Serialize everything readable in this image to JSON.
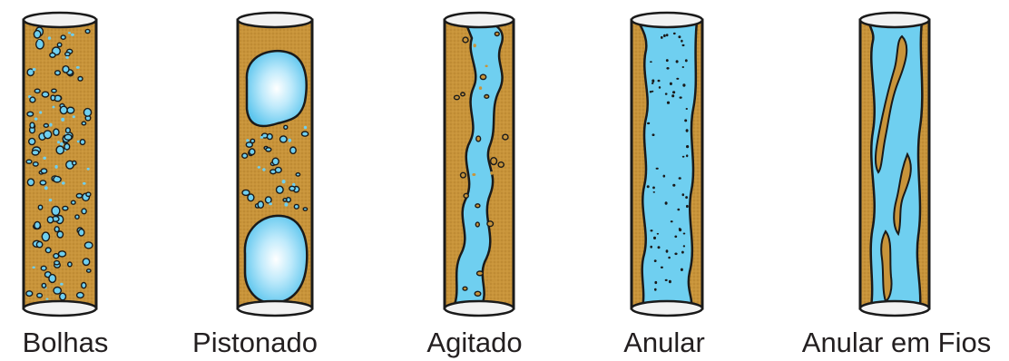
{
  "regimes": [
    {
      "label": "Bolhas"
    },
    {
      "label": "Pistonado"
    },
    {
      "label": "Agitado"
    },
    {
      "label": "Anular"
    },
    {
      "label": "Anular em Fios"
    }
  ],
  "colors": {
    "liquid": "#c8943a",
    "gas": "#6fcff0",
    "outline": "#1a1a1a",
    "pipe_cap": "#f2f2f2",
    "text": "#231f20"
  }
}
